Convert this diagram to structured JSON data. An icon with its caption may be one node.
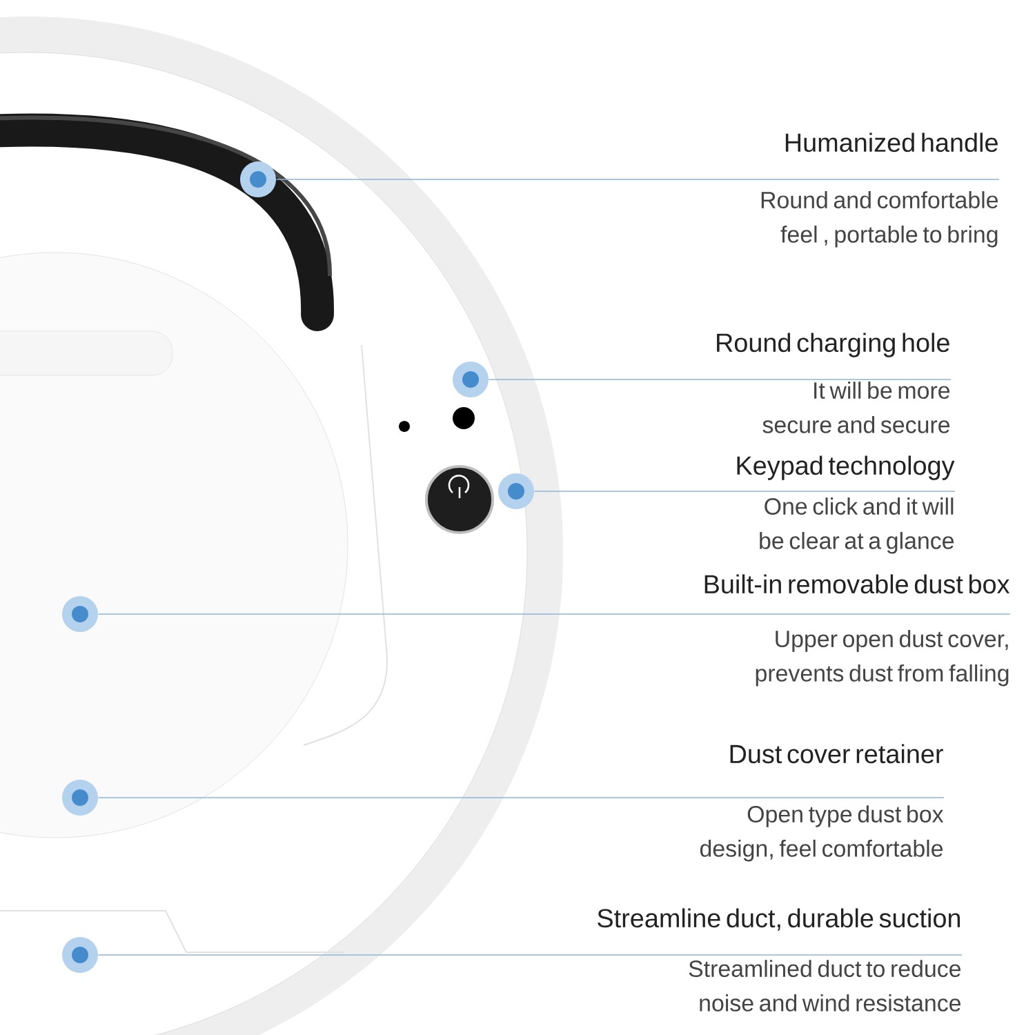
{
  "diagram": {
    "nodes": [
      {
        "text": [
          "Humanized handle",
          "Round and comfortable feel , portable to bring"
        ]
      },
      {
        "text": [
          "Round charging hole",
          "It will be more secure and secure"
        ]
      },
      {
        "text": [
          "Keypad technology",
          "One click and it will be clear at a glance"
        ]
      },
      {
        "text": [
          "Built-in removable dust box",
          "Upper open dust cover, prevents dust from falling"
        ]
      },
      {
        "text": [
          "Dust cover retainer",
          "Open type dust box design, feel comfortable"
        ]
      },
      {
        "text": [
          "Streamline duct, durable suction",
          "Streamlined duct to reduce noise and wind resistance"
        ]
      },
      {
        "text": [],
        "shape": "circle"
      },
      {
        "text": [],
        "shape": "circle"
      },
      {
        "text": [],
        "shape": "circle"
      },
      {
        "text": [],
        "shape": "circle"
      },
      {
        "text": [],
        "shape": "circle"
      },
      {
        "text": [],
        "shape": "circle"
      }
    ],
    "edges": [
      {
        "from": 0,
        "to": 6,
        "arrow": "none"
      },
      {
        "from": 1,
        "to": 7,
        "arrow": "none"
      },
      {
        "from": 2,
        "to": 8,
        "arrow": "none"
      },
      {
        "from": 3,
        "to": 9,
        "arrow": "none"
      },
      {
        "from": 4,
        "to": 10,
        "arrow": "none"
      },
      {
        "from": 5,
        "to": 11,
        "arrow": "none"
      }
    ]
  }
}
